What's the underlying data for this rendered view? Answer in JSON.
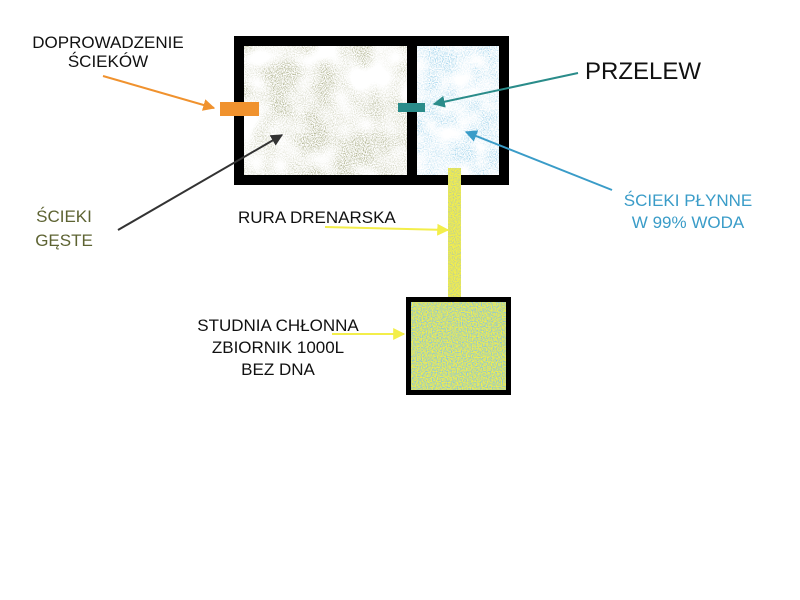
{
  "labels": {
    "inlet_line1": "DOPROWADZENIE",
    "inlet_line2": "ŚCIEKÓW",
    "overflow": "PRZELEW",
    "solids_line1": "ŚCIEKI",
    "solids_line2": "GĘSTE",
    "liquid_line1": "ŚCIEKI PŁYNNE",
    "liquid_line2": "W 99% WODA",
    "drain_pipe": "RURA DRENARSKA",
    "well_line1": "STUDNIA CHŁONNA",
    "well_line2": "ZBIORNIK 1000L",
    "well_line3": "BEZ DNA"
  },
  "colors": {
    "inlet": "#f0922e",
    "overflow": "#2a8c8a",
    "solids": "#5d6332",
    "liquid": "#3a9cc8",
    "drain": "#f3ee4a",
    "black": "#000000",
    "text": "#111111"
  }
}
